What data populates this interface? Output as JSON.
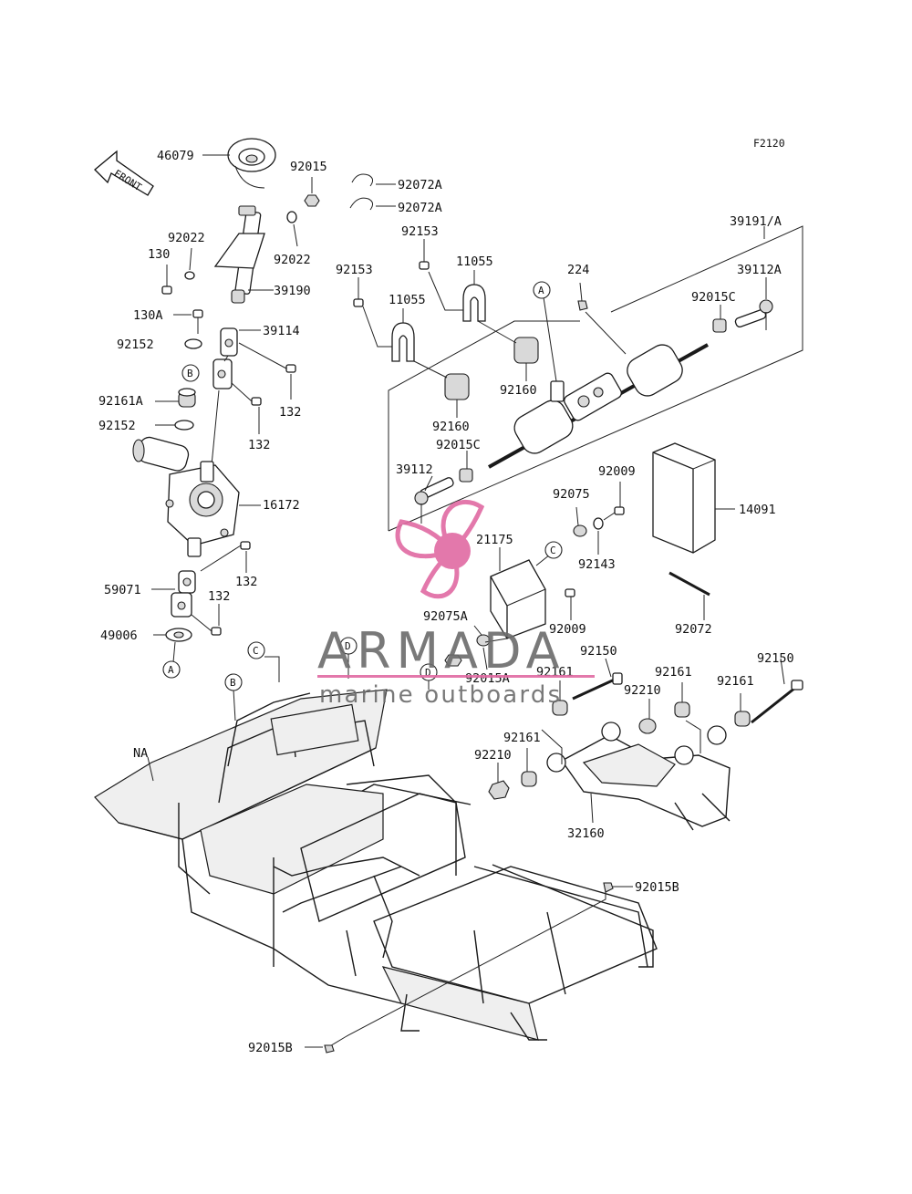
{
  "figure_code": "F2120",
  "front_label": "FRONT",
  "watermark": {
    "brand": "ARMADA",
    "tagline": "marine outboards",
    "accent_color": "#e06aa2",
    "text_color": "#6b6b6b"
  },
  "reference_letters": [
    "A",
    "B",
    "C",
    "D"
  ],
  "frame_label": "NA",
  "part_numbers": {
    "p46079": "46079",
    "p92015": "92015",
    "p92022a": "92022",
    "p130": "130",
    "p92022b": "92022",
    "p39190": "39190",
    "p130a": "130A",
    "p39114": "39114",
    "p92152a": "92152",
    "p132a": "132",
    "p92161a": "92161A",
    "p132b": "132",
    "p92152b": "92152",
    "p16172": "16172",
    "p132c": "132",
    "p59071": "59071",
    "p132d": "132",
    "p49006": "49006",
    "p92072a1": "92072A",
    "p92072a2": "92072A",
    "p92153a": "92153",
    "p11055a": "11055",
    "p92153b": "92153",
    "p11055b": "11055",
    "p224": "224",
    "p39191": "39191/A",
    "p39112a": "39112A",
    "p92015c1": "92015C",
    "p92160a": "92160",
    "p92160b": "92160",
    "p92015c2": "92015C",
    "p39112": "39112",
    "p92009a": "92009",
    "p14091": "14091",
    "p92075": "92075",
    "p21175": "21175",
    "p92143": "92143",
    "p92075a": "92075A",
    "p92009b": "92009",
    "p92072": "92072",
    "p92015a": "92015A",
    "p92150a": "92150",
    "p92161b": "92161",
    "p92150b": "92150",
    "p92161c": "92161",
    "p92210a": "92210",
    "p92161d": "92161",
    "p92161e": "92161",
    "p92210b": "92210",
    "p32160": "32160",
    "p92015b1": "92015B",
    "p92015b2": "92015B"
  }
}
